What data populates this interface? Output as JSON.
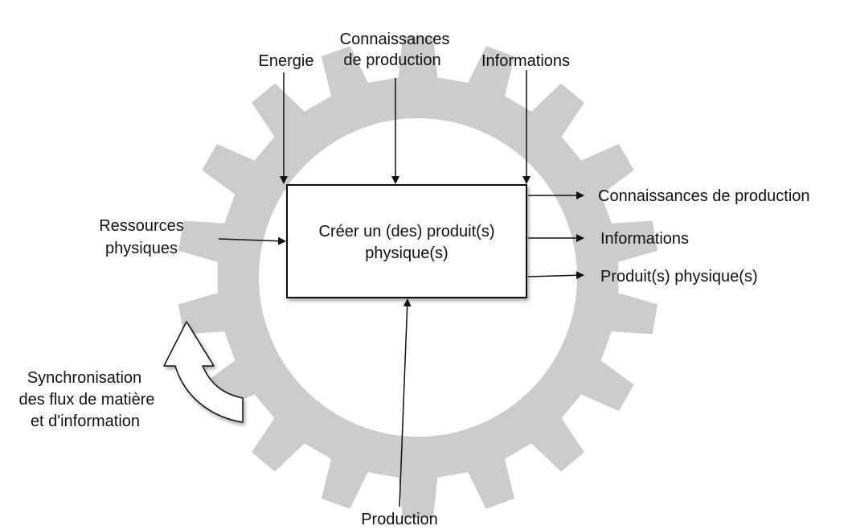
{
  "process": {
    "line1": "Créer un (des) produit(s)",
    "line2": "physique(s)"
  },
  "inputs": {
    "energie": "Energie",
    "connaissances": {
      "line1": "Connaissances",
      "line2": "de production"
    },
    "informations": "Informations",
    "ressources": {
      "line1": "Ressources",
      "line2": "physiques"
    },
    "production": "Production"
  },
  "outputs": {
    "connaissances": "Connaissances de production",
    "informations": "Informations",
    "produits": "Produit(s) physique(s)"
  },
  "synchronisation": {
    "line1": "Synchronisation",
    "line2": "des flux de matière",
    "line3": "et d'information"
  },
  "colors": {
    "gear": "#cccccc",
    "box_fill": "#ffffff",
    "stroke": "#111111",
    "text": "#111111"
  }
}
